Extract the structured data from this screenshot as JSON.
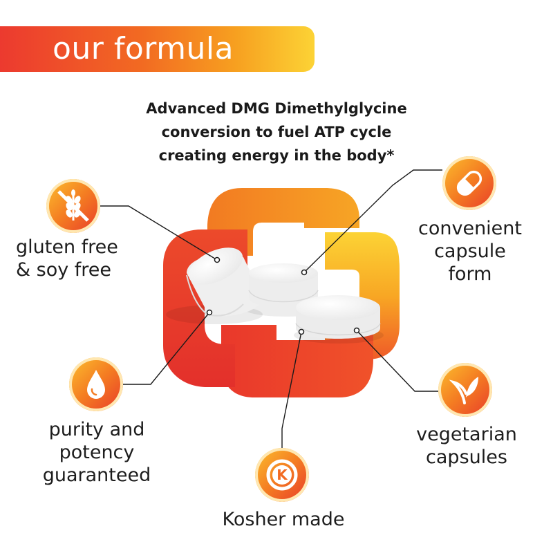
{
  "banner": {
    "title": "our formula"
  },
  "headline": {
    "line1": "Advanced DMG Dimethylglycine",
    "line2": "conversion to fuel ATP cycle",
    "line3": "creating energy in the body*"
  },
  "features": {
    "gluten": {
      "line1": "gluten free",
      "line2": "& soy free",
      "icon": "wheat-crossed-icon"
    },
    "capsule": {
      "line1": "convenient",
      "line2": "capsule",
      "line3": "form",
      "icon": "capsule-icon"
    },
    "purity": {
      "line1": "purity and",
      "line2": "potency",
      "line3": "guaranteed",
      "icon": "drop-icon"
    },
    "vegetarian": {
      "line1": "vegetarian",
      "line2": "capsules",
      "icon": "leaf-icon"
    },
    "kosher": {
      "line1": "Kosher made",
      "icon": "kosher-k-icon"
    }
  },
  "colors": {
    "red": "#e83a2a",
    "orange": "#f47c22",
    "yellow": "#fcc02e"
  }
}
